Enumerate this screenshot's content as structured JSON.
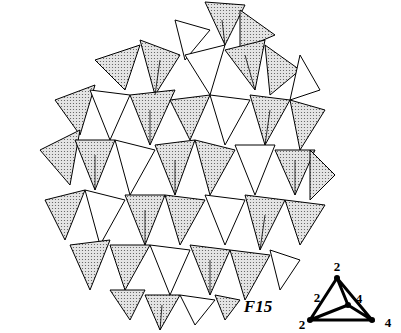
{
  "diagram": {
    "labels": [
      "F15",
      "2",
      "2",
      "4",
      "2",
      "4"
    ]
  }
}
